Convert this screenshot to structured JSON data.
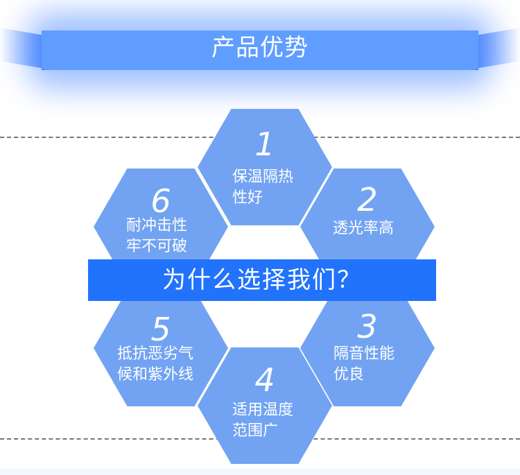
{
  "header": {
    "title": "产品优势",
    "band_color": "#2372ff",
    "arc_color": "#5f9dff"
  },
  "center_banner": {
    "text": "为什么选择我们？",
    "color": "#2273fb"
  },
  "hexagon_color": "#72a3f2",
  "advantages": [
    {
      "number": "1",
      "line1": "保温隔热",
      "line2": "性好"
    },
    {
      "number": "2",
      "line1": "透光率高",
      "line2": ""
    },
    {
      "number": "3",
      "line1": "隔音性能",
      "line2": "优良"
    },
    {
      "number": "4",
      "line1": "适用温度",
      "line2": "范围广"
    },
    {
      "number": "5",
      "line1": "抵抗恶劣气",
      "line2": "候和紫外线"
    },
    {
      "number": "6",
      "line1": "耐冲击性",
      "line2": "牢不可破"
    }
  ]
}
